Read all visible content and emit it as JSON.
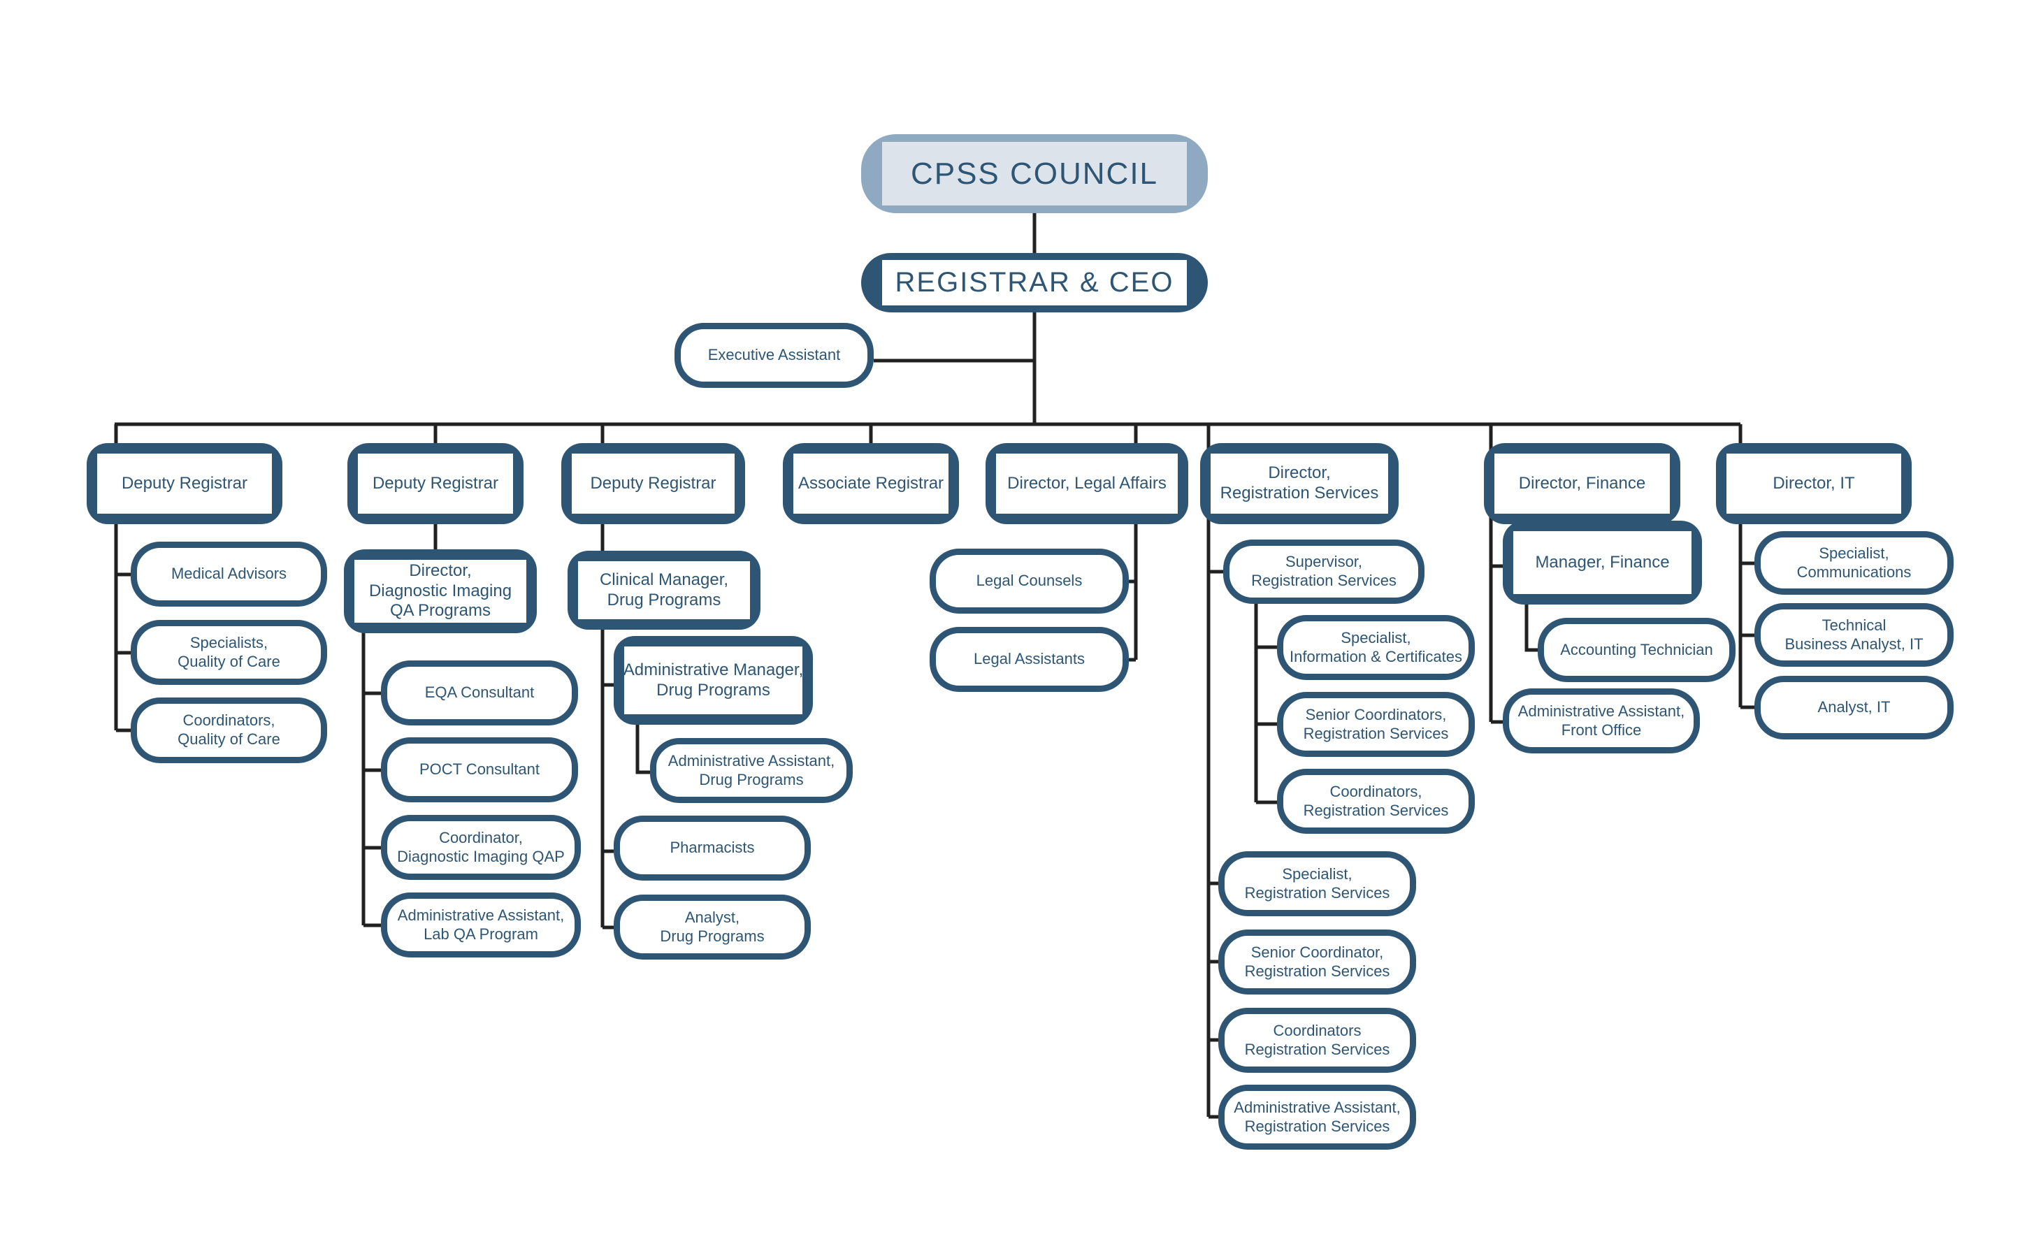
{
  "chart_title": "CPSS organizational chart",
  "colors": {
    "primary_dark": "#2e5674",
    "council_border": "#8ea9c0",
    "council_fill": "#dce3eb",
    "box_fill": "#ffffff",
    "connector": "#212121",
    "text": "#2e5674"
  },
  "nodes": {
    "council": {
      "label": "CPSS COUNCIL"
    },
    "registrar": {
      "label": "REGISTRAR & CEO"
    },
    "exec_assistant": {
      "label": "Executive Assistant"
    },
    "deputy1": {
      "label": "Deputy Registrar"
    },
    "deputy2": {
      "label": "Deputy Registrar"
    },
    "deputy3": {
      "label": "Deputy Registrar"
    },
    "associate": {
      "label": "Associate Registrar"
    },
    "legal": {
      "label": "Director, Legal Affairs"
    },
    "regservices": {
      "label": "Director,\nRegistration Services"
    },
    "finance": {
      "label": "Director, Finance"
    },
    "it": {
      "label": "Director, IT"
    },
    "medical_advisors": {
      "label": "Medical Advisors"
    },
    "specialists_qoc": {
      "label": "Specialists,\nQuality of Care"
    },
    "coordinators_qoc": {
      "label": "Coordinators,\nQuality of Care"
    },
    "dir_di": {
      "label": "Director,\nDiagnostic Imaging\nQA Programs"
    },
    "eqa": {
      "label": "EQA Consultant"
    },
    "poct": {
      "label": "POCT Consultant"
    },
    "coord_diqap": {
      "label": "Coordinator,\nDiagnostic Imaging QAP"
    },
    "aa_labqa": {
      "label": "Administrative Assistant,\nLab QA Program"
    },
    "clinical_mgr": {
      "label": "Clinical Manager,\nDrug Programs"
    },
    "admin_mgr": {
      "label": "Administrative Manager,\nDrug Programs"
    },
    "aa_drug": {
      "label": "Administrative Assistant,\nDrug Programs"
    },
    "pharmacists": {
      "label": "Pharmacists"
    },
    "analyst_drug": {
      "label": "Analyst,\nDrug Programs"
    },
    "legal_counsels": {
      "label": "Legal Counsels"
    },
    "legal_assistants": {
      "label": "Legal Assistants"
    },
    "supervisor_rs": {
      "label": "Supervisor,\nRegistration Services"
    },
    "spec_info": {
      "label": "Specialist,\nInformation & Certificates"
    },
    "senior_coords_rs": {
      "label": "Senior Coordinators,\nRegistration Services"
    },
    "coords_rs1": {
      "label": "Coordinators,\nRegistration Services"
    },
    "spec_rs": {
      "label": "Specialist,\nRegistration Services"
    },
    "senior_coord_rs": {
      "label": "Senior Coordinator,\nRegistration Services"
    },
    "coords_rs2": {
      "label": "Coordinators\nRegistration Services"
    },
    "aa_rs": {
      "label": "Administrative Assistant,\nRegistration Services"
    },
    "mgr_finance": {
      "label": "Manager, Finance"
    },
    "acct_tech": {
      "label": "Accounting Technician"
    },
    "aa_front": {
      "label": "Administrative Assistant,\nFront Office"
    },
    "spec_comm": {
      "label": "Specialist,\nCommunications"
    },
    "tba_it": {
      "label": "Technical\nBusiness Analyst, IT"
    },
    "analyst_it": {
      "label": "Analyst, IT"
    }
  },
  "hierarchy": {
    "council": [
      "registrar"
    ],
    "registrar": [
      "exec_assistant",
      "deputy1",
      "deputy2",
      "deputy3",
      "associate",
      "legal",
      "regservices",
      "finance",
      "it"
    ],
    "deputy1": [
      "medical_advisors",
      "specialists_qoc",
      "coordinators_qoc"
    ],
    "deputy2": [
      "dir_di"
    ],
    "dir_di": [
      "eqa",
      "poct",
      "coord_diqap",
      "aa_labqa"
    ],
    "deputy3": [
      "clinical_mgr"
    ],
    "clinical_mgr": [
      "admin_mgr",
      "pharmacists",
      "analyst_drug"
    ],
    "admin_mgr": [
      "aa_drug"
    ],
    "legal": [
      "legal_counsels",
      "legal_assistants"
    ],
    "regservices": [
      "supervisor_rs",
      "spec_rs",
      "senior_coord_rs",
      "coords_rs2",
      "aa_rs"
    ],
    "supervisor_rs": [
      "spec_info",
      "senior_coords_rs",
      "coords_rs1"
    ],
    "finance": [
      "mgr_finance",
      "aa_front"
    ],
    "mgr_finance": [
      "acct_tech"
    ],
    "it": [
      "spec_comm",
      "tba_it",
      "analyst_it"
    ]
  }
}
